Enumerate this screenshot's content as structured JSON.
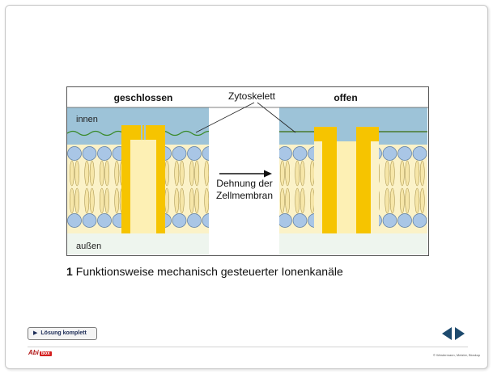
{
  "figure": {
    "label_closed": "geschlossen",
    "label_open": "offen",
    "label_cytoskeleton": "Zytoskelett",
    "label_inside": "innen",
    "label_outside": "außen",
    "arrow_text_line1": "Dehnung der",
    "arrow_text_line2": "Zellmembran"
  },
  "caption": {
    "number": "1",
    "text": "Funktionsweise mechanisch gesteuerter Ionenkanäle"
  },
  "controls": {
    "solution_button": "Lösung komplett"
  },
  "footer": {
    "logo_text": "Abi",
    "logo_box": "box",
    "publisher": "© Westermann, Metzler, Bioskop"
  },
  "colors": {
    "inside": "#9dc3d8",
    "outside": "#eef5ee",
    "lipid_head": "#a9c6e6",
    "lipid_tail": "#f6e6a8",
    "channel_outer": "#f6c400",
    "channel_inner": "#fdf0b4",
    "cytoskeleton_closed": "#3a8a2a",
    "cytoskeleton_open": "#4a7a2a",
    "nav_arrows": "#1d4a6e",
    "logo_red": "#c41c1c"
  }
}
